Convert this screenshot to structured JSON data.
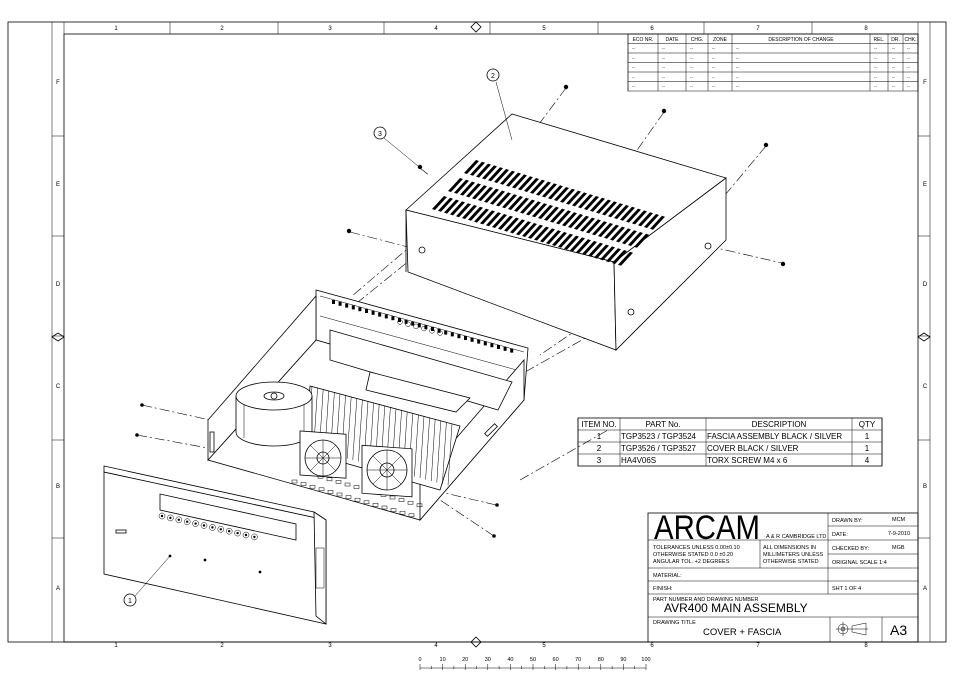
{
  "frame": {
    "col_labels": [
      "1",
      "2",
      "3",
      "4",
      "5",
      "6",
      "7",
      "8"
    ],
    "row_labels": [
      "F",
      "E",
      "D",
      "C",
      "B",
      "A"
    ]
  },
  "revision_table": {
    "headers": [
      "ECO NR.",
      "DATE",
      "CHG.",
      "ZONE",
      "DESCRIPTION OF CHANGE",
      "REL.",
      "DR.",
      "CHK."
    ],
    "row_count": 5,
    "placeholder": "--"
  },
  "balloons": [
    "1",
    "2",
    "3"
  ],
  "bom": {
    "headers": [
      "ITEM NO.",
      "PART No.",
      "DESCRIPTION",
      "QTY"
    ],
    "rows": [
      [
        "1",
        "TGP3523 / TGP3524",
        "FASCIA ASSEMBLY BLACK / SILVER",
        "1"
      ],
      [
        "2",
        "TGP3526 / TGP3527",
        "COVER BLACK / SILVER",
        "1"
      ],
      [
        "3",
        "HA4V06S",
        "TORX SCREW M4 x 6",
        "4"
      ]
    ]
  },
  "title_block": {
    "logo": "ARCAM",
    "company": "A & R CAMBRIDGE LTD",
    "tolerances": [
      "TOLERANCES UNLESS  0.00±0.10",
      "OTHERWISE STATED  0.0   ±0.20",
      "ANGULAR TOL. +2 DEGREES"
    ],
    "dimensions_note": [
      "ALL DIMENSIONS IN",
      "MILLIMETERS UNLESS",
      "OTHERWISE STATED"
    ],
    "drawn_by_label": "DRAWN BY:",
    "drawn_by": "MCM",
    "date_label": "DATE:",
    "date": "7-9-2010",
    "checked_by_label": "CHECKED BY:",
    "checked_by": "MGB",
    "scale": "ORIGINAL SCALE 1:4",
    "material_label": "MATERIAL:",
    "finish_label": "FINISH:",
    "sheet": "SHT 1 OF 4",
    "part_number_label": "PART NUMBER AND DRAWING NUMBER",
    "part_number": "AVR400 MAIN ASSEMBLY",
    "drawing_title_label": "DRAWING TITLE",
    "drawing_title": "COVER + FASCIA",
    "size": "A3"
  },
  "scale_bar": [
    "0",
    "10",
    "20",
    "30",
    "40",
    "50",
    "60",
    "70",
    "80",
    "90",
    "100"
  ]
}
